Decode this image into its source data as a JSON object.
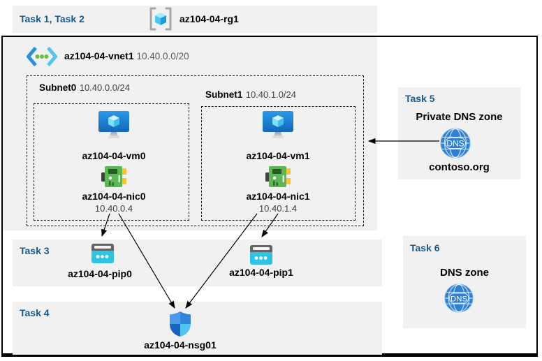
{
  "colors": {
    "task_label_blue": "#17598C",
    "band_gray": "#F1F1F1",
    "frame_black": "#000000",
    "vm_monitor_blue": "#1B7FD4",
    "cube_cyan": "#50E6FF",
    "nic_green": "#5CB755",
    "nic_yellow": "#FFC32B",
    "pip_cyan": "#2EC2E4",
    "pip_bar_gray": "#646464",
    "nsg_quadrants": [
      "#4A9BE8",
      "#2F86DC",
      "#1763BE",
      "#4FC7F2"
    ],
    "dns_blue": "#2E80D2",
    "vnet_chevrons": [
      "#2A93D5",
      "#53C5F0"
    ],
    "vnet_dots_green": "#6FBE44"
  },
  "header": {
    "tasks_label": "Task 1, Task 2",
    "resource_group": "az104-04-rg1"
  },
  "vnet": {
    "name": "az104-04-vnet1",
    "cidr": "10.40.0.0/20",
    "subnets": [
      {
        "name": "Subnet0",
        "cidr": "10.40.0.0/24",
        "vm": "az104-04-vm0",
        "nic": "az104-04-nic0",
        "nic_ip": "10.40.0.4"
      },
      {
        "name": "Subnet1",
        "cidr": "10.40.1.0/24",
        "vm": "az104-04-vm1",
        "nic": "az104-04-nic1",
        "nic_ip": "10.40.1.4"
      }
    ]
  },
  "task3": {
    "label": "Task 3",
    "pip0": "az104-04-pip0",
    "pip1": "az104-04-pip1"
  },
  "task4": {
    "label": "Task 4",
    "nsg": "az104-04-nsg01"
  },
  "task5": {
    "label": "Task 5",
    "title": "Private DNS zone",
    "zone_name": "contoso.org",
    "dns_icon_text": "DNS"
  },
  "task6": {
    "label": "Task 6",
    "title": "DNS zone",
    "dns_icon_text": "DNS"
  }
}
